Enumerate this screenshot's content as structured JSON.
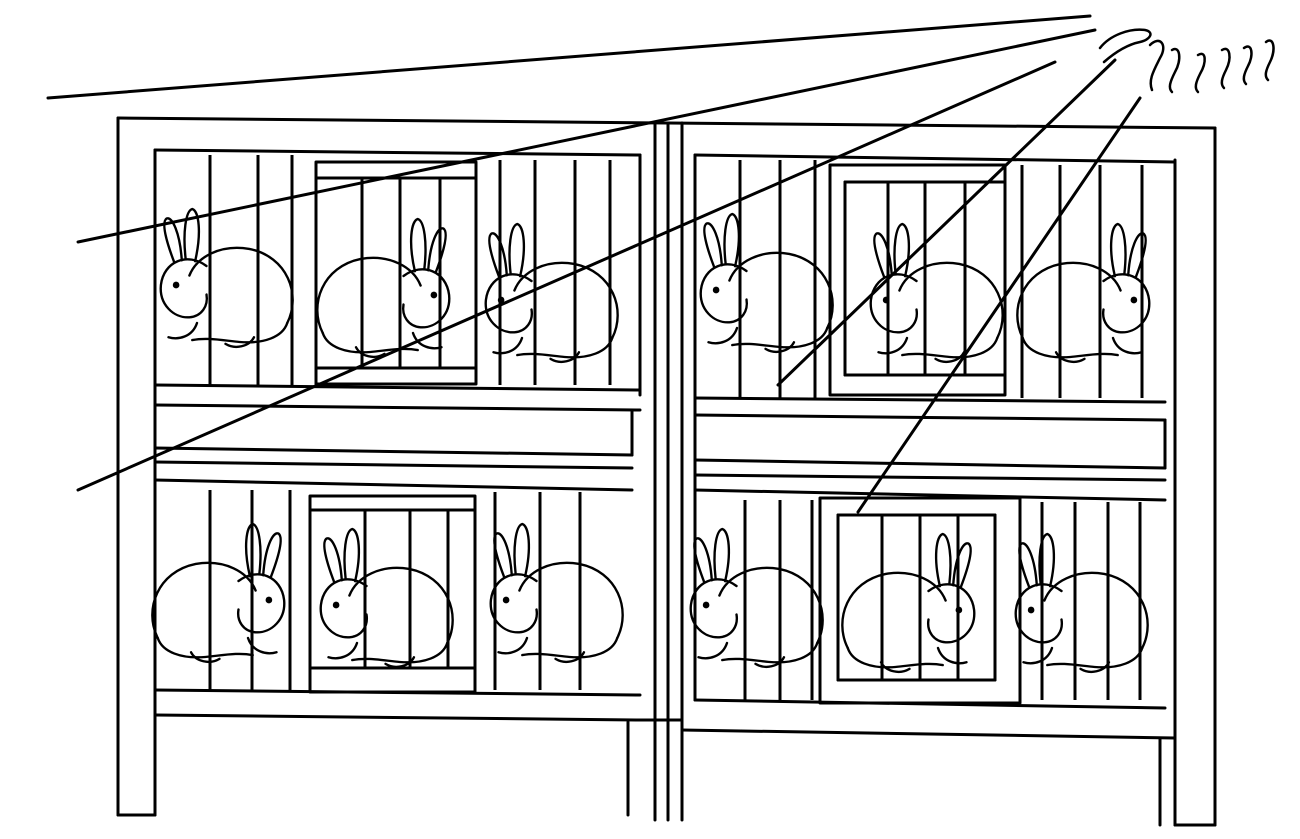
{
  "drawing": {
    "subject": "",
    "ink_color": "#000000",
    "paper_color": "#ffffff",
    "hutch_units": 2,
    "tiers_per_unit": 2,
    "compartments_per_tier": 3,
    "rabbits_visible": 12,
    "lettering": []
  }
}
